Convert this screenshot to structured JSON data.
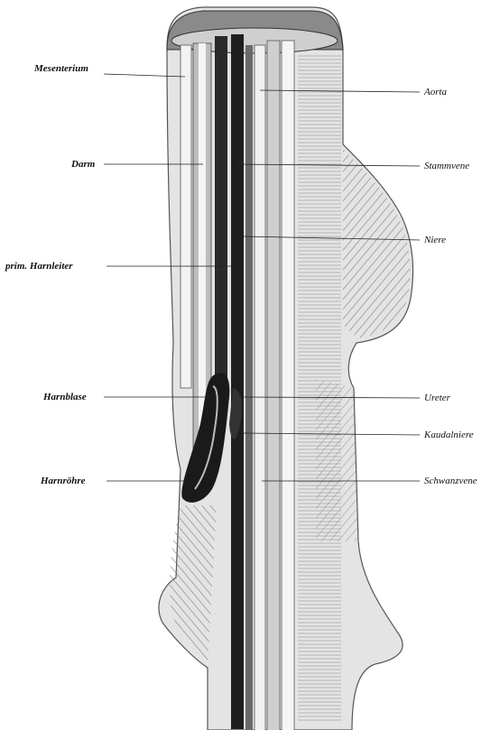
{
  "labels": {
    "left": {
      "mesenterium": "Mesenterium",
      "darm": "Darm",
      "prim_harnleiter": "prim. Harnleiter",
      "harnblase": "Harnblase",
      "harnroehre": "Harnröhre"
    },
    "right": {
      "aorta": "Aorta",
      "stammvene": "Stammvene",
      "niere": "Niere",
      "ureter": "Ureter",
      "kaudalniere": "Kaudalniere",
      "schwanzvene": "Schwanzvene"
    }
  },
  "colors": {
    "body": "#e4e4e4",
    "outline": "#555555",
    "dark_tube": "#222222",
    "mid_tube": "#5a5a5a",
    "light_tube": "#f2f2f2",
    "hatch": "#7a7a7a"
  }
}
